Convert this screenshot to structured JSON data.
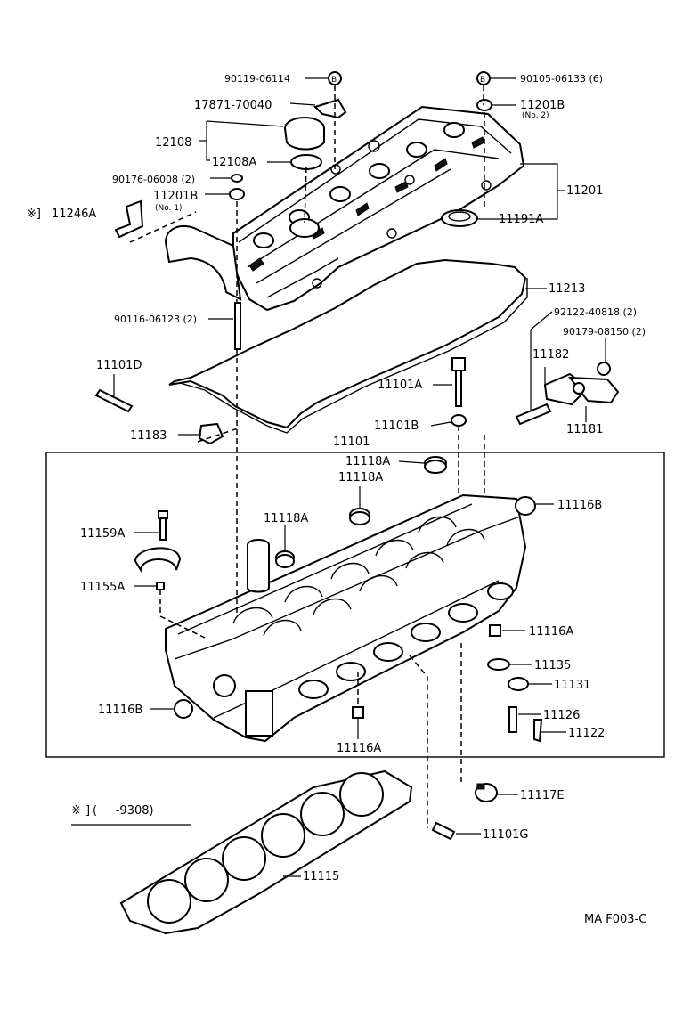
{
  "figure_code": "MA F003-C",
  "range_note": {
    "prefix": "※",
    "bracket": "]",
    "range": "(     -9308)"
  },
  "parts": {
    "p90119": "90119-06114",
    "p17871": "17871-70040",
    "p12108": "12108",
    "p12108A": "12108A",
    "p90176": "90176-06008 (2)",
    "p11201B_1": "11201B",
    "p11201B_1_sub": "(No. 1)",
    "p11246A": "11246A",
    "p11246A_mark": "※]",
    "p90105": "90105-06133 (6)",
    "p11201B_2": "11201B",
    "p11201B_2_sub": "(No. 2)",
    "p11201": "11201",
    "p11191A": "11191A",
    "p11213": "11213",
    "p90116": "90116-06123 (2)",
    "p92122": "92122-40818 (2)",
    "p90179": "90179-08150 (2)",
    "p11182": "11182",
    "p11181": "11181",
    "p11101D": "11101D",
    "p11101A": "11101A",
    "p11101B": "11101B",
    "p11183": "11183",
    "p11101": "11101",
    "p11118A_a": "11118A",
    "p11118A_b": "11118A",
    "p11118A_c": "11118A",
    "p11116B_a": "11116B",
    "p11159A": "11159A",
    "p11155A": "11155A",
    "p11116A_a": "11116A",
    "p11135": "11135",
    "p11131": "11131",
    "p11116B_b": "11116B",
    "p11126": "11126",
    "p11122": "11122",
    "p11116A_b": "11116A",
    "p11117E": "11117E",
    "p11101G": "11101G",
    "p11115": "11115"
  }
}
